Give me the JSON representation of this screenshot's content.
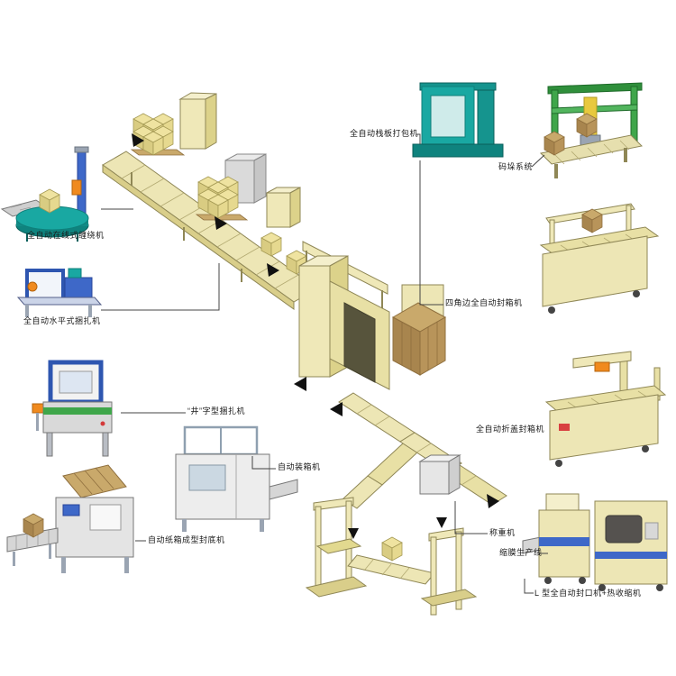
{
  "page": {
    "type": "automatic-packaging-line-flow-diagram",
    "background": "#ffffff"
  },
  "colors": {
    "cream": "#EDE6B5",
    "cream_dark": "#D9CE8A",
    "cream_light": "#F4EFCC",
    "outline": "#8F8756",
    "box_yellow_top": "#EFE3A0",
    "carton_brown": "#C9A96B",
    "teal": "#19A8A2",
    "teal_dark": "#0F837E",
    "blue": "#3E68C8",
    "green": "#3FA64A",
    "yellow": "#E8C93E",
    "orange": "#F08A1E",
    "machine_gray": "#D9D9D9",
    "callout_line": "#444444",
    "label_text": "#1A1A1A"
  },
  "labels": {
    "pallet_strapper": "全自动栈板打包机",
    "palletizing_system": "码垛系统",
    "online_wrapper": "全自动在线式缠绕机",
    "horizontal_strapper": "全自动水平式捆扎机",
    "well_type_strapper": "“井”字型捆扎机",
    "four_corner_sealer": "四角边全自动封箱机",
    "flap_fold_sealer": "全自动折盖封箱机",
    "case_packer": "自动装箱机",
    "case_erector": "自动纸箱成型封底机",
    "weigher": "称重机",
    "shrink_line": "缩膜生产线",
    "l_sealer": "L 型全自动封口机+热收缩机"
  }
}
